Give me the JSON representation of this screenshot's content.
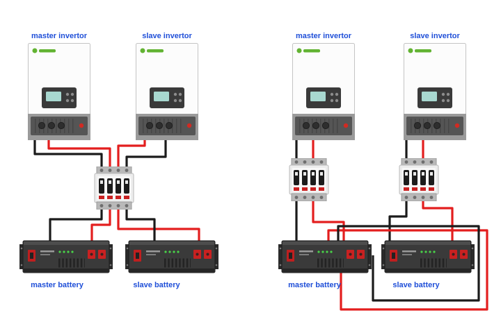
{
  "page": {
    "background": "#ffffff"
  },
  "colors": {
    "wire_positive": "#e31e1e",
    "wire_negative": "#1b1b1b",
    "label": "#1f4fd8"
  },
  "left_system": {
    "inverters": [
      {
        "label": "master invertor"
      },
      {
        "label": "slave invertor"
      }
    ],
    "batteries": [
      {
        "label": "master battery"
      },
      {
        "label": "slave battery"
      }
    ],
    "breaker_count": 1
  },
  "right_system": {
    "inverters": [
      {
        "label": "master invertor"
      },
      {
        "label": "slave invertor"
      }
    ],
    "batteries": [
      {
        "label": "master battery"
      },
      {
        "label": "slave battery"
      }
    ],
    "breaker_count": 2
  }
}
